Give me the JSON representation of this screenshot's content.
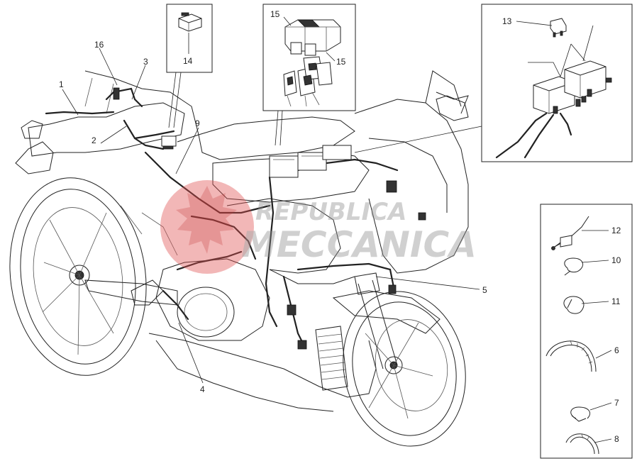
{
  "callouts": {
    "c1": "1",
    "c2": "2",
    "c3": "3",
    "c4": "4",
    "c5": "5",
    "c6": "6",
    "c7": "7",
    "c8": "8",
    "c9": "9",
    "c10": "10",
    "c11": "11",
    "c12": "12",
    "c13": "13",
    "c14": "14",
    "c15a": "15",
    "c15b": "15",
    "c16": "16"
  },
  "watermark": {
    "line1": "REPUBLICA",
    "line2": "MECCANICA",
    "color": "#e05050"
  }
}
